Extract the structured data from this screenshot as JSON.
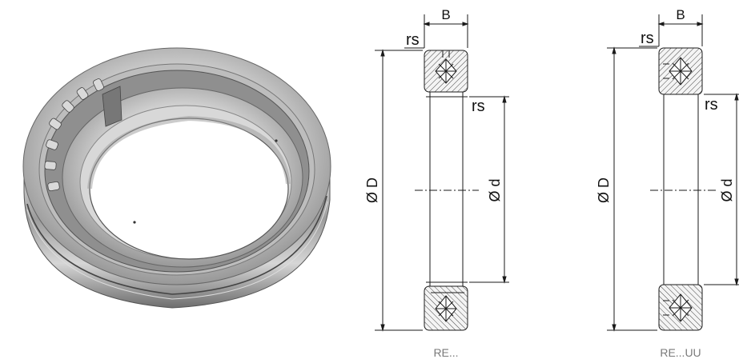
{
  "photo": {
    "label": ""
  },
  "drawings": [
    {
      "id": "re",
      "caption": "RE...",
      "labels": {
        "width": "B",
        "outer_diameter": "Ø D",
        "bore_diameter": "Ø d",
        "chamfer_top": "rs",
        "chamfer_inner": "rs"
      }
    },
    {
      "id": "re-uu",
      "caption": "RE...UU",
      "labels": {
        "width": "B",
        "outer_diameter": "Ø D",
        "bore_diameter": "Ø d",
        "chamfer_top": "rs",
        "chamfer_inner": "rs"
      }
    }
  ],
  "colors": {
    "line": "#1a1a1a",
    "caption": "#7a7a7a",
    "hatch_fill": "#f2f2f2"
  }
}
